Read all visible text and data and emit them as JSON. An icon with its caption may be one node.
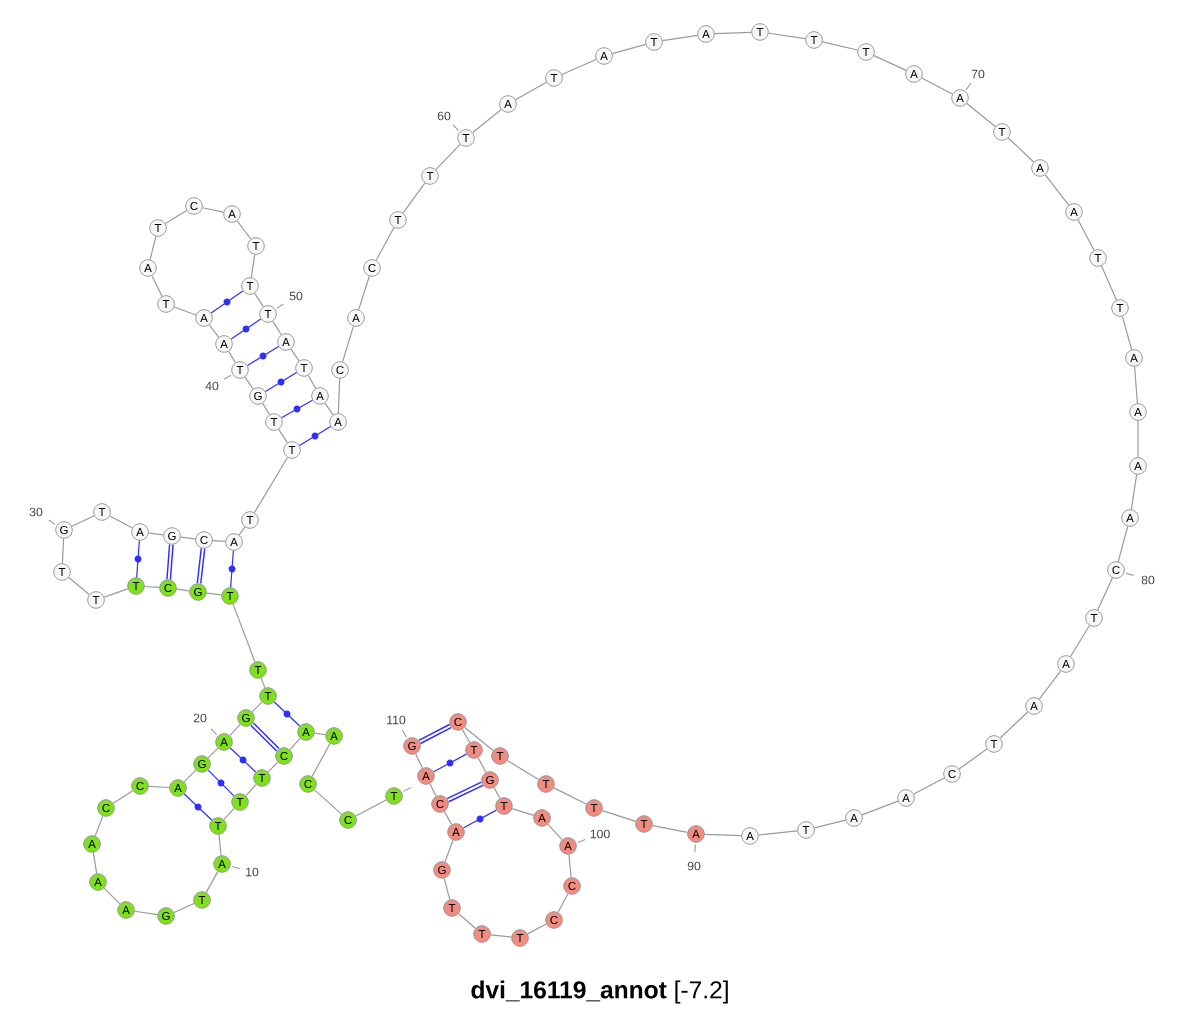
{
  "diagram": {
    "title": "**dvi_16119_annot** [-7.2]",
    "nodes": [
      {
        "text": [
          "T"
        ]
      },
      {
        "text": [
          "C"
        ]
      },
      {
        "text": [
          "C"
        ]
      },
      {
        "text": [
          "A"
        ]
      },
      {
        "text": [
          "A"
        ]
      },
      {
        "text": [
          "C"
        ]
      },
      {
        "text": [
          "T"
        ]
      },
      {
        "text": [
          "T"
        ]
      },
      {
        "text": [
          "T"
        ]
      },
      {
        "text": [
          "A"
        ],
        "beside": [
          "10"
        ]
      },
      {
        "text": [
          "T"
        ]
      },
      {
        "text": [
          "G"
        ]
      },
      {
        "text": [
          "A"
        ]
      },
      {
        "text": [
          "A"
        ]
      },
      {
        "text": [
          "A"
        ]
      },
      {
        "text": [
          "C"
        ]
      },
      {
        "text": [
          "C"
        ]
      },
      {
        "text": [
          "A"
        ]
      },
      {
        "text": [
          "G"
        ]
      },
      {
        "text": [
          "A"
        ],
        "beside": [
          "20"
        ]
      },
      {
        "text": [
          "G"
        ]
      },
      {
        "text": [
          "T"
        ]
      },
      {
        "text": [
          "T"
        ]
      },
      {
        "text": [
          "T"
        ]
      },
      {
        "text": [
          "G"
        ]
      },
      {
        "text": [
          "C"
        ]
      },
      {
        "text": [
          "T"
        ]
      },
      {
        "text": [
          "T"
        ]
      },
      {
        "text": [
          "T"
        ]
      },
      {
        "text": [
          "G"
        ],
        "beside": [
          "30"
        ]
      },
      {
        "text": [
          "T"
        ]
      },
      {
        "text": [
          "A"
        ]
      },
      {
        "text": [
          "G"
        ]
      },
      {
        "text": [
          "C"
        ]
      },
      {
        "text": [
          "A"
        ]
      },
      {
        "text": [
          "T"
        ]
      },
      {
        "text": [
          "T"
        ]
      },
      {
        "text": [
          "T"
        ]
      },
      {
        "text": [
          "G"
        ]
      },
      {
        "text": [
          "T"
        ],
        "beside": [
          "40"
        ]
      },
      {
        "text": [
          "A"
        ]
      },
      {
        "text": [
          "A"
        ]
      },
      {
        "text": [
          "T"
        ]
      },
      {
        "text": [
          "A"
        ]
      },
      {
        "text": [
          "T"
        ]
      },
      {
        "text": [
          "C"
        ]
      },
      {
        "text": [
          "A"
        ]
      },
      {
        "text": [
          "T"
        ]
      },
      {
        "text": [
          "T"
        ]
      },
      {
        "text": [
          "T"
        ],
        "beside": [
          "50"
        ]
      },
      {
        "text": [
          "A"
        ]
      },
      {
        "text": [
          "T"
        ]
      },
      {
        "text": [
          "A"
        ]
      },
      {
        "text": [
          "A"
        ]
      },
      {
        "text": [
          "C"
        ]
      },
      {
        "text": [
          "A"
        ]
      },
      {
        "text": [
          "C"
        ]
      },
      {
        "text": [
          "T"
        ]
      },
      {
        "text": [
          "T"
        ]
      },
      {
        "text": [
          "T"
        ],
        "beside": [
          "60"
        ]
      },
      {
        "text": [
          "A"
        ]
      },
      {
        "text": [
          "T"
        ]
      },
      {
        "text": [
          "A"
        ]
      },
      {
        "text": [
          "T"
        ]
      },
      {
        "text": [
          "A"
        ]
      },
      {
        "text": [
          "T"
        ]
      },
      {
        "text": [
          "T"
        ]
      },
      {
        "text": [
          "T"
        ]
      },
      {
        "text": [
          "A"
        ]
      },
      {
        "text": [
          "A"
        ],
        "beside": [
          "70"
        ]
      },
      {
        "text": [
          "T"
        ]
      },
      {
        "text": [
          "A"
        ]
      },
      {
        "text": [
          "A"
        ]
      },
      {
        "text": [
          "T"
        ]
      },
      {
        "text": [
          "T"
        ]
      },
      {
        "text": [
          "A"
        ]
      },
      {
        "text": [
          "A"
        ]
      },
      {
        "text": [
          "A"
        ]
      },
      {
        "text": [
          "A"
        ]
      },
      {
        "text": [
          "C"
        ],
        "beside": [
          "80"
        ]
      },
      {
        "text": [
          "T"
        ]
      },
      {
        "text": [
          "A"
        ]
      },
      {
        "text": [
          "A"
        ]
      },
      {
        "text": [
          "T"
        ]
      },
      {
        "text": [
          "C"
        ]
      },
      {
        "text": [
          "A"
        ]
      },
      {
        "text": [
          "A"
        ]
      },
      {
        "text": [
          "T"
        ]
      },
      {
        "text": [
          "A"
        ]
      },
      {
        "text": [
          "A"
        ],
        "beside": [
          "90"
        ]
      },
      {
        "text": [
          "T"
        ]
      },
      {
        "text": [
          "T"
        ]
      },
      {
        "text": [
          "T"
        ]
      },
      {
        "text": [
          "T"
        ]
      },
      {
        "text": [
          "C"
        ]
      },
      {
        "text": [
          "T"
        ]
      },
      {
        "text": [
          "G"
        ]
      },
      {
        "text": [
          "T"
        ]
      },
      {
        "text": [
          "A"
        ]
      },
      {
        "text": [
          "A"
        ],
        "beside": [
          "100"
        ]
      },
      {
        "text": [
          "C"
        ]
      },
      {
        "text": [
          "C"
        ]
      },
      {
        "text": [
          "T"
        ]
      },
      {
        "text": [
          "T"
        ]
      },
      {
        "text": [
          "T"
        ]
      },
      {
        "text": [
          "G"
        ]
      },
      {
        "text": [
          "A"
        ]
      },
      {
        "text": [
          "C"
        ]
      },
      {
        "text": [
          "A"
        ]
      },
      {
        "text": [
          "G"
        ],
        "beside": [
          "110"
        ]
      }
    ],
    "edges": [
      {
        "from": 0,
        "to": 1,
        "arrow": "none"
      },
      {
        "from": 1,
        "to": 2,
        "arrow": "none"
      },
      {
        "from": 2,
        "to": 3,
        "arrow": "none"
      },
      {
        "from": 3,
        "to": 4,
        "arrow": "none"
      },
      {
        "from": 4,
        "to": 5,
        "arrow": "none"
      },
      {
        "from": 5,
        "to": 6,
        "arrow": "none"
      },
      {
        "from": 6,
        "to": 7,
        "arrow": "none"
      },
      {
        "from": 7,
        "to": 8,
        "arrow": "none"
      },
      {
        "from": 8,
        "to": 9,
        "arrow": "none"
      },
      {
        "from": 9,
        "to": 10,
        "arrow": "none"
      },
      {
        "from": 10,
        "to": 11,
        "arrow": "none"
      },
      {
        "from": 11,
        "to": 12,
        "arrow": "none"
      },
      {
        "from": 12,
        "to": 13,
        "arrow": "none"
      },
      {
        "from": 13,
        "to": 14,
        "arrow": "none"
      },
      {
        "from": 14,
        "to": 15,
        "arrow": "none"
      },
      {
        "from": 15,
        "to": 16,
        "arrow": "none"
      },
      {
        "from": 16,
        "to": 17,
        "arrow": "none"
      },
      {
        "from": 17,
        "to": 18,
        "arrow": "none"
      },
      {
        "from": 18,
        "to": 19,
        "arrow": "none"
      },
      {
        "from": 19,
        "to": 20,
        "arrow": "none"
      },
      {
        "from": 20,
        "to": 21,
        "arrow": "none"
      },
      {
        "from": 21,
        "to": 22,
        "arrow": "none"
      },
      {
        "from": 22,
        "to": 23,
        "arrow": "none"
      },
      {
        "from": 23,
        "to": 24,
        "arrow": "none"
      },
      {
        "from": 24,
        "to": 25,
        "arrow": "none"
      },
      {
        "from": 25,
        "to": 26,
        "arrow": "none"
      },
      {
        "from": 26,
        "to": 27,
        "arrow": "none"
      },
      {
        "from": 27,
        "to": 28,
        "arrow": "none"
      },
      {
        "from": 28,
        "to": 29,
        "arrow": "none"
      },
      {
        "from": 29,
        "to": 30,
        "arrow": "none"
      },
      {
        "from": 30,
        "to": 31,
        "arrow": "none"
      },
      {
        "from": 31,
        "to": 32,
        "arrow": "none"
      },
      {
        "from": 32,
        "to": 33,
        "arrow": "none"
      },
      {
        "from": 33,
        "to": 34,
        "arrow": "none"
      },
      {
        "from": 34,
        "to": 35,
        "arrow": "none"
      },
      {
        "from": 35,
        "to": 36,
        "arrow": "none"
      },
      {
        "from": 36,
        "to": 37,
        "arrow": "none"
      },
      {
        "from": 37,
        "to": 38,
        "arrow": "none"
      },
      {
        "from": 38,
        "to": 39,
        "arrow": "none"
      },
      {
        "from": 39,
        "to": 40,
        "arrow": "none"
      },
      {
        "from": 40,
        "to": 41,
        "arrow": "none"
      },
      {
        "from": 41,
        "to": 42,
        "arrow": "none"
      },
      {
        "from": 42,
        "to": 43,
        "arrow": "none"
      },
      {
        "from": 43,
        "to": 44,
        "arrow": "none"
      },
      {
        "from": 44,
        "to": 45,
        "arrow": "none"
      },
      {
        "from": 45,
        "to": 46,
        "arrow": "none"
      },
      {
        "from": 46,
        "to": 47,
        "arrow": "none"
      },
      {
        "from": 47,
        "to": 48,
        "arrow": "none"
      },
      {
        "from": 48,
        "to": 49,
        "arrow": "none"
      },
      {
        "from": 49,
        "to": 50,
        "arrow": "none"
      },
      {
        "from": 50,
        "to": 51,
        "arrow": "none"
      },
      {
        "from": 51,
        "to": 52,
        "arrow": "none"
      },
      {
        "from": 52,
        "to": 53,
        "arrow": "none"
      },
      {
        "from": 53,
        "to": 54,
        "arrow": "none"
      },
      {
        "from": 54,
        "to": 55,
        "arrow": "none"
      },
      {
        "from": 55,
        "to": 56,
        "arrow": "none"
      },
      {
        "from": 56,
        "to": 57,
        "arrow": "none"
      },
      {
        "from": 57,
        "to": 58,
        "arrow": "none"
      },
      {
        "from": 58,
        "to": 59,
        "arrow": "none"
      },
      {
        "from": 59,
        "to": 60,
        "arrow": "none"
      },
      {
        "from": 60,
        "to": 61,
        "arrow": "none"
      },
      {
        "from": 61,
        "to": 62,
        "arrow": "none"
      },
      {
        "from": 62,
        "to": 63,
        "arrow": "none"
      },
      {
        "from": 63,
        "to": 64,
        "arrow": "none"
      },
      {
        "from": 64,
        "to": 65,
        "arrow": "none"
      },
      {
        "from": 65,
        "to": 66,
        "arrow": "none"
      },
      {
        "from": 66,
        "to": 67,
        "arrow": "none"
      },
      {
        "from": 67,
        "to": 68,
        "arrow": "none"
      },
      {
        "from": 68,
        "to": 69,
        "arrow": "none"
      },
      {
        "from": 69,
        "to": 70,
        "arrow": "none"
      },
      {
        "from": 70,
        "to": 71,
        "arrow": "none"
      },
      {
        "from": 71,
        "to": 72,
        "arrow": "none"
      },
      {
        "from": 72,
        "to": 73,
        "arrow": "none"
      },
      {
        "from": 73,
        "to": 74,
        "arrow": "none"
      },
      {
        "from": 74,
        "to": 75,
        "arrow": "none"
      },
      {
        "from": 75,
        "to": 76,
        "arrow": "none"
      },
      {
        "from": 76,
        "to": 77,
        "arrow": "none"
      },
      {
        "from": 77,
        "to": 78,
        "arrow": "none"
      },
      {
        "from": 78,
        "to": 79,
        "arrow": "none"
      },
      {
        "from": 79,
        "to": 80,
        "arrow": "none"
      },
      {
        "from": 80,
        "to": 81,
        "arrow": "none"
      },
      {
        "from": 81,
        "to": 82,
        "arrow": "none"
      },
      {
        "from": 82,
        "to": 83,
        "arrow": "none"
      },
      {
        "from": 83,
        "to": 84,
        "arrow": "none"
      },
      {
        "from": 84,
        "to": 85,
        "arrow": "none"
      },
      {
        "from": 85,
        "to": 86,
        "arrow": "none"
      },
      {
        "from": 86,
        "to": 87,
        "arrow": "none"
      },
      {
        "from": 87,
        "to": 88,
        "arrow": "none"
      },
      {
        "from": 88,
        "to": 89,
        "arrow": "none"
      },
      {
        "from": 89,
        "to": 90,
        "arrow": "none"
      },
      {
        "from": 90,
        "to": 91,
        "arrow": "none"
      },
      {
        "from": 91,
        "to": 92,
        "arrow": "none"
      },
      {
        "from": 92,
        "to": 93,
        "arrow": "none"
      },
      {
        "from": 93,
        "to": 94,
        "arrow": "none"
      },
      {
        "from": 94,
        "to": 95,
        "arrow": "none"
      },
      {
        "from": 95,
        "to": 96,
        "arrow": "none"
      },
      {
        "from": 96,
        "to": 97,
        "arrow": "none"
      },
      {
        "from": 97,
        "to": 98,
        "arrow": "none"
      },
      {
        "from": 98,
        "to": 99,
        "arrow": "none"
      },
      {
        "from": 99,
        "to": 100,
        "arrow": "none"
      },
      {
        "from": 100,
        "to": 101,
        "arrow": "none"
      },
      {
        "from": 101,
        "to": 102,
        "arrow": "none"
      },
      {
        "from": 102,
        "to": 103,
        "arrow": "none"
      },
      {
        "from": 103,
        "to": 104,
        "arrow": "none"
      },
      {
        "from": 104,
        "to": 105,
        "arrow": "none"
      },
      {
        "from": 105,
        "to": 106,
        "arrow": "none"
      },
      {
        "from": 106,
        "to": 107,
        "arrow": "none"
      },
      {
        "from": 107,
        "to": 108,
        "arrow": "none"
      },
      {
        "from": 108,
        "to": 109,
        "arrow": "none"
      },
      {
        "from": 4,
        "to": 21,
        "arrow": "none",
        "color": "#2f2fff"
      },
      {
        "from": 5,
        "to": 20,
        "arrow": "none",
        "color": "#2f2fff",
        "style": "thick"
      },
      {
        "from": 6,
        "to": 19,
        "arrow": "none",
        "color": "#2f2fff"
      },
      {
        "from": 7,
        "to": 18,
        "arrow": "none",
        "color": "#2f2fff"
      },
      {
        "from": 8,
        "to": 17,
        "arrow": "none",
        "color": "#2f2fff"
      },
      {
        "from": 23,
        "to": 34,
        "arrow": "none",
        "color": "#2f2fff"
      },
      {
        "from": 24,
        "to": 33,
        "arrow": "none",
        "color": "#2f2fff",
        "style": "thick"
      },
      {
        "from": 25,
        "to": 32,
        "arrow": "none",
        "color": "#2f2fff",
        "style": "thick"
      },
      {
        "from": 26,
        "to": 31,
        "arrow": "none",
        "color": "#2f2fff"
      },
      {
        "from": 36,
        "to": 53,
        "arrow": "none",
        "color": "#2f2fff"
      },
      {
        "from": 37,
        "to": 52,
        "arrow": "none",
        "color": "#2f2fff"
      },
      {
        "from": 38,
        "to": 51,
        "arrow": "none",
        "color": "#2f2fff"
      },
      {
        "from": 39,
        "to": 50,
        "arrow": "none",
        "color": "#2f2fff"
      },
      {
        "from": 40,
        "to": 49,
        "arrow": "none",
        "color": "#2f2fff"
      },
      {
        "from": 41,
        "to": 48,
        "arrow": "none",
        "color": "#2f2fff"
      },
      {
        "from": 94,
        "to": 109,
        "arrow": "none",
        "color": "#2f2fff",
        "style": "thick"
      },
      {
        "from": 95,
        "to": 108,
        "arrow": "none",
        "color": "#2f2fff"
      },
      {
        "from": 96,
        "to": 107,
        "arrow": "none",
        "color": "#2f2fff",
        "style": "thick"
      },
      {
        "from": 97,
        "to": 106,
        "arrow": "none",
        "color": "#2f2fff"
      }
    ]
  }
}
